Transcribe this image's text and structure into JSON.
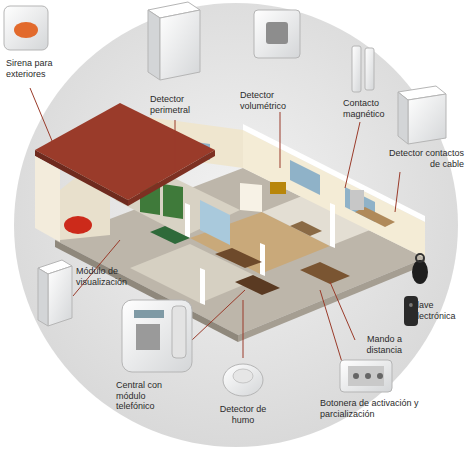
{
  "diagram": {
    "labels": [
      "Sirena para exteriores",
      "Detector perimetral",
      "Detector volumétrico",
      "Contacto magnético",
      "Detector contactos de cable",
      "Módulo de visualización",
      "Llave electrónica",
      "Mando a distancia",
      "Central con módulo telefónico",
      "Detector de humo",
      "Botonera de activación y parcialización"
    ]
  }
}
